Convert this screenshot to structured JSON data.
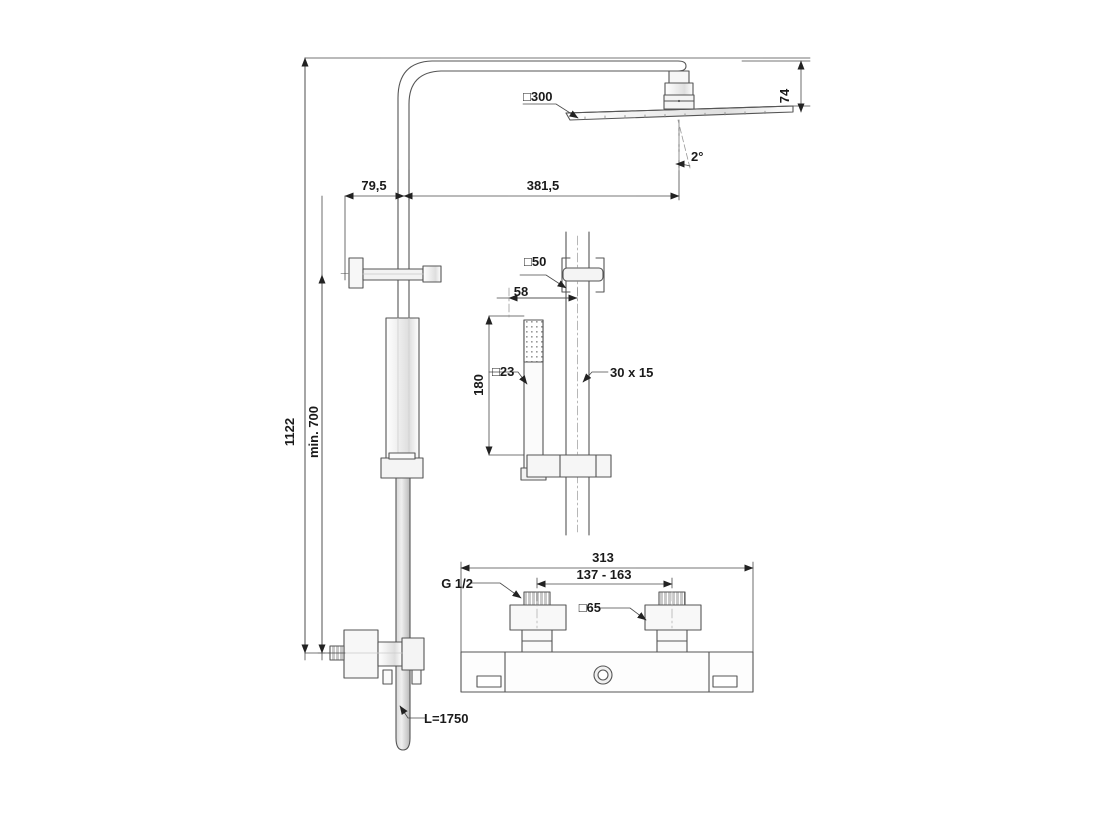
{
  "drawing": {
    "type": "technical-dimension-drawing",
    "subject": "Thermostatic shower column with rain head, hand shower and exposed mixer",
    "units": "mm",
    "background_color": "#ffffff",
    "line_color": "#555555",
    "text_color": "#1a1a1a"
  },
  "dimensions": {
    "total_height": "1122",
    "riser_min_height": "min. 700",
    "wall_to_riser_center": "79,5",
    "riser_to_head_center": "381,5",
    "head_assembly_height": "74",
    "head_size": "□300",
    "head_tilt_angle": "2°",
    "bracket_size": "□50",
    "bracket_projection": "58",
    "hand_shower_length": "180",
    "hand_shower_size": "□23",
    "rail_profile": "30 x 15",
    "mixer_width": "313",
    "inlet_spacing": "137 - 163",
    "inlet_thread": "G 1/2",
    "inlet_cover_size": "□65",
    "hose_length": "L=1750"
  },
  "parts": [
    {
      "name": "rain-shower-head",
      "label": "□300"
    },
    {
      "name": "shower-arm"
    },
    {
      "name": "riser-pipe",
      "label": "30 x 15"
    },
    {
      "name": "wall-bracket"
    },
    {
      "name": "hand-shower",
      "label": "□23"
    },
    {
      "name": "hand-shower-bracket",
      "label": "□50"
    },
    {
      "name": "shower-hose",
      "label": "L=1750"
    },
    {
      "name": "thermostatic-mixer",
      "label": "313"
    },
    {
      "name": "inlet-connector-left",
      "label": "G 1/2"
    },
    {
      "name": "inlet-connector-right",
      "label": "□65"
    }
  ]
}
